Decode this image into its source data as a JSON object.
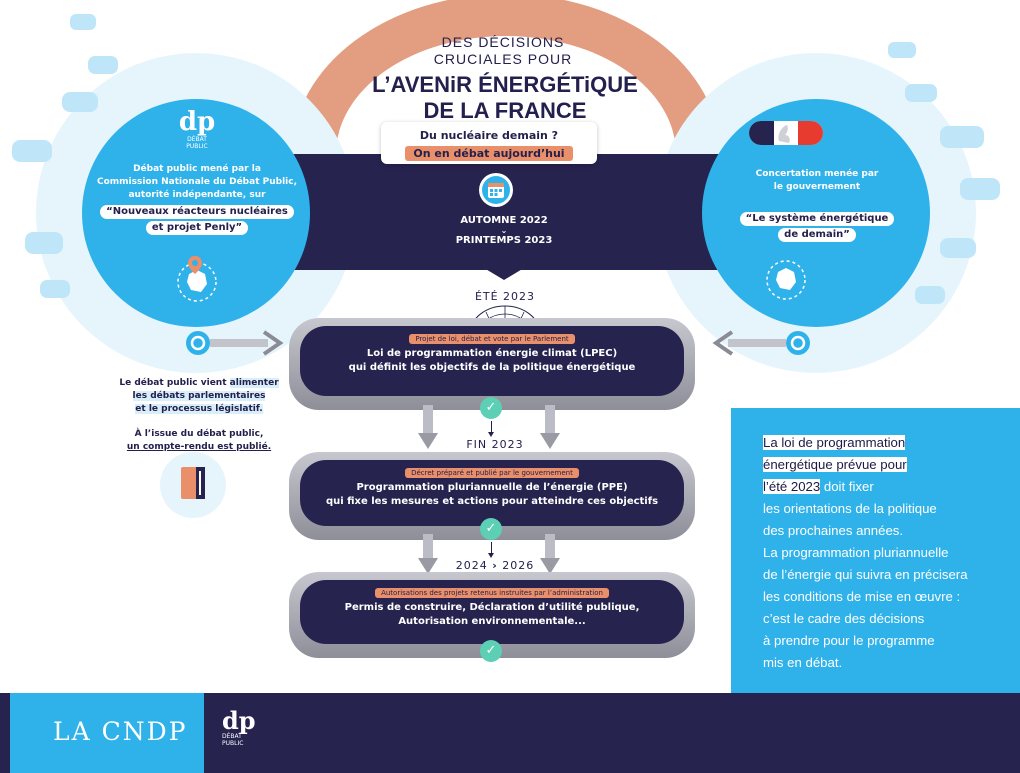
{
  "title": {
    "line1": "DES DÉCISIONS",
    "line2": "CRUCIALES POUR",
    "line3": "L’AVENiR ÉNERGÉTiQUE",
    "line4": "DE LA FRANCE"
  },
  "bubble": {
    "question": "Du nucléaire demain ?",
    "answer": "On en débat aujourd’hui"
  },
  "calendar": {
    "start": "AUTOMNE 2022",
    "end": "PRINTEMPS 2023"
  },
  "left_circle": {
    "logo_letters": "dp",
    "logo_caption_1": "DÉBAT",
    "logo_caption_2": "PUBLIC",
    "line1": "Débat public mené par la",
    "line2": "Commission Nationale du Débat Public,",
    "line3": "autorité indépendante, sur",
    "quote1": "“Nouveaux réacteurs nucléaires",
    "quote2": "et projet Penly”"
  },
  "right_circle": {
    "line1": "Concertation menée par",
    "line2": "le gouvernement",
    "quote1": "“Le système énergétique",
    "quote2": "de demain”"
  },
  "phases": {
    "ete": "ÉTÉ 2023",
    "fin": "FIN 2023",
    "range_start": "2024",
    "range_sep": "›",
    "range_end": "2026"
  },
  "steps": [
    {
      "tag": "Projet de loi, débat et vote par le Parlement",
      "line1": "Loi de programmation énergie climat (LPEC)",
      "line2": "qui définit les objectifs de la politique énergétique"
    },
    {
      "tag": "Décret préparé et publié par le gouvernement",
      "line1": "Programmation pluriannuelle de l’énergie (PPE)",
      "line2": "qui fixe les mesures et actions pour atteindre ces objectifs"
    },
    {
      "tag": "Autorisations des projets retenus instruites par l’administration",
      "line1": "Permis de construire, Déclaration d’utilité publique,",
      "line2": "Autorisation environnementale..."
    }
  ],
  "left_notes": {
    "a1": "Le débat public vient",
    "a1b": "alimenter",
    "a2": "les débats parlementaires",
    "a3": "et le processus législatif.",
    "b1": "À l’issue du débat public,",
    "b2": "un compte-rendu est publié."
  },
  "info_box": {
    "l1": "La loi de programmation",
    "l2": "énergétique prévue pour",
    "l3a": "l’été 2023",
    "l3b": "doit fixer",
    "l4": "les orientations de la politique",
    "l5": "des prochaines années.",
    "l6": "La programmation pluriannuelle",
    "l7": "de l’énergie qui suivra en précisera",
    "l8": "les conditions de mise en œuvre :",
    "l9": "c’est le cadre des décisions",
    "l10": "à prendre pour le programme",
    "l11": "mis en débat."
  },
  "footer": {
    "cndp": "LA CNDP",
    "logo_letters": "dp",
    "logo_caption_1": "DÉBAT",
    "logo_caption_2": "PUBLIC"
  },
  "colors": {
    "navy": "#26234f",
    "blue": "#2fb2ea",
    "orange": "#e9906a",
    "green": "#5ccfb5"
  }
}
